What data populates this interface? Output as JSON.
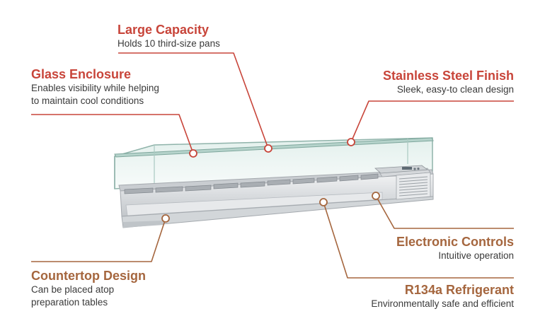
{
  "colors": {
    "red": "#c8453a",
    "brown": "#a5663e",
    "text": "#3a3a3a"
  },
  "features": {
    "large_capacity": {
      "title": "Large Capacity",
      "lines": [
        "Holds 10 third-size pans"
      ]
    },
    "glass_enclosure": {
      "title": "Glass Enclosure",
      "lines": [
        "Enables visibility while helping",
        "to maintain cool conditions"
      ]
    },
    "stainless_steel": {
      "title": "Stainless Steel Finish",
      "lines": [
        "Sleek, easy-to clean design"
      ]
    },
    "electronic_controls": {
      "title": "Electronic Controls",
      "lines": [
        "Intuitive operation"
      ]
    },
    "countertop_design": {
      "title": "Countertop Design",
      "lines": [
        "Can be placed atop",
        "preparation tables"
      ]
    },
    "refrigerant": {
      "title": "R134a Refrigerant",
      "lines": [
        "Environmentally safe and efficient"
      ]
    }
  }
}
